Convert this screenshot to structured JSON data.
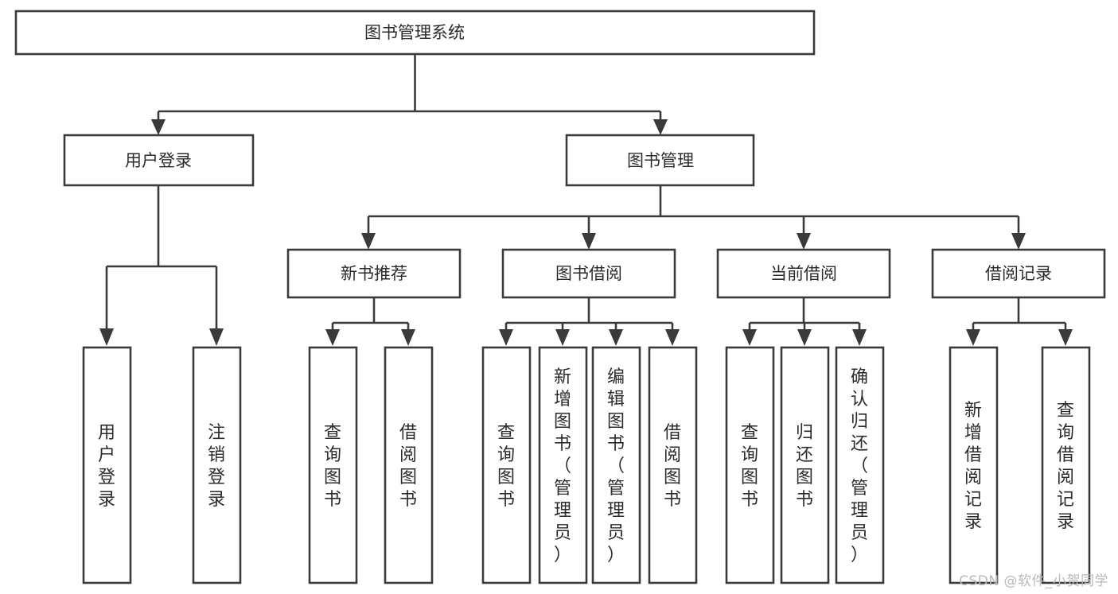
{
  "diagram": {
    "type": "tree",
    "title": "图书管理系统",
    "colors": {
      "stroke": "#3a3a3a",
      "fill": "#ffffff",
      "text": "#2b2b2b",
      "background": "#ffffff",
      "watermark": "#b9b9b9"
    },
    "root": {
      "label": "图书管理系统"
    },
    "level2": [
      {
        "label": "用户登录"
      },
      {
        "label": "图书管理"
      }
    ],
    "level3": [
      {
        "label": "新书推荐"
      },
      {
        "label": "图书借阅"
      },
      {
        "label": "当前借阅"
      },
      {
        "label": "借阅记录"
      }
    ],
    "leaves": {
      "user_login": [
        {
          "label": "用户登录"
        },
        {
          "label": "注销登录"
        }
      ],
      "new_book": [
        {
          "label": "查询图书"
        },
        {
          "label": "借阅图书"
        }
      ],
      "book_borrow": [
        {
          "label": "查询图书"
        },
        {
          "label": "新增图书（管理员）"
        },
        {
          "label": "编辑图书（管理员）"
        },
        {
          "label": "借阅图书"
        }
      ],
      "current_borrow": [
        {
          "label": "查询图书"
        },
        {
          "label": "归还图书"
        },
        {
          "label": "确认归还（管理员）"
        }
      ],
      "borrow_record": [
        {
          "label": "新增借阅记录"
        },
        {
          "label": "查询借阅记录"
        }
      ]
    }
  },
  "watermark": {
    "text": "CSDN @软件_小贺同学"
  }
}
